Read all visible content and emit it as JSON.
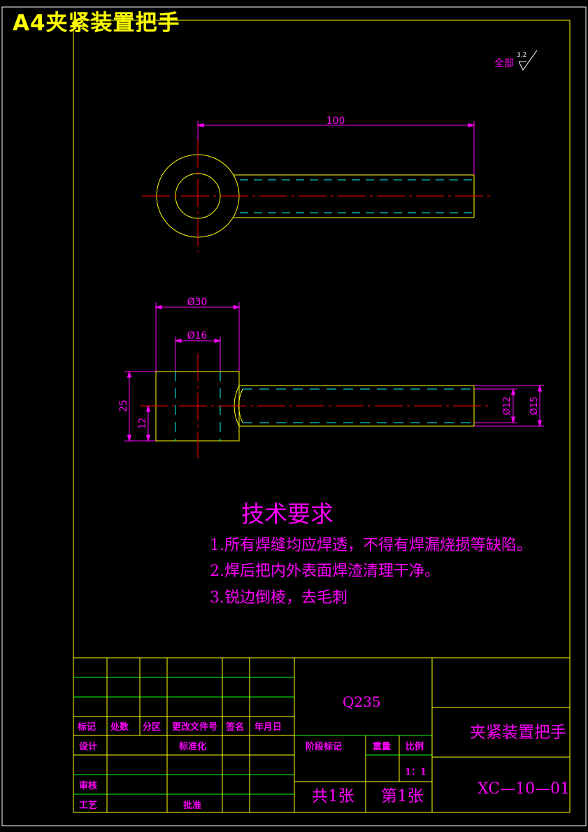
{
  "drawing": {
    "banner": "A4夹紧装置把手",
    "roughness": {
      "prefix": "全部",
      "value": "3.2"
    },
    "dimensions": {
      "length": "100",
      "outer_diameter": "Ø30",
      "bore_diameter": "Ø16",
      "height": "25",
      "half_height": "12",
      "tube_inner": "Ø12",
      "tube_outer": "Ø15"
    }
  },
  "technical_requirements": {
    "title": "技术要求",
    "items": [
      "1.所有焊缝均应焊透，不得有焊漏烧损等缺陷。",
      "2.焊后把内外表面焊渣清理干净。",
      "3.锐边倒棱，去毛刺"
    ]
  },
  "title_block": {
    "material": "Q235",
    "part_name": "夹紧装置把手",
    "drawing_number": "XC—10—01",
    "total_sheets": "共1张",
    "sheet_number": "第1张",
    "scale": "1：1",
    "labels": {
      "mark": "标记",
      "count": "处数",
      "zone": "分区",
      "change_doc": "更改文件号",
      "signature": "签名",
      "date": "年月日",
      "design": "设计",
      "standardization": "标准化",
      "stage_mark": "阶段标记",
      "weight": "重量",
      "scale_label": "比例",
      "review": "审核",
      "process": "工艺",
      "approval": "批准"
    }
  },
  "colors": {
    "background": "#000000",
    "outline": "#ffff00",
    "annotation": "#ff00ff",
    "hidden_line": "#00ffff",
    "center_line": "#ff0000",
    "frame": "#ffffff"
  }
}
